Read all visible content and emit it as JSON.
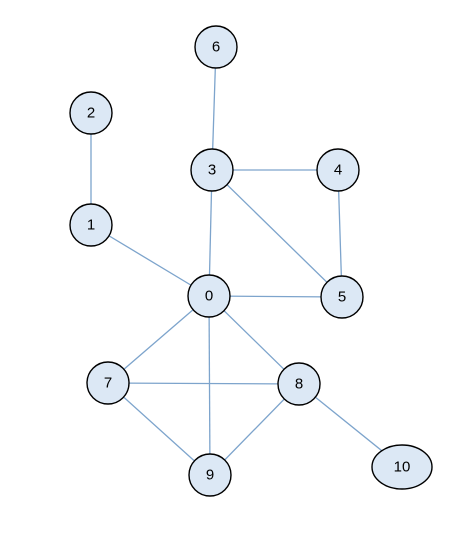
{
  "graph": {
    "colors": {
      "edge": "#7da4cc",
      "node_fill": "#dce8f5",
      "node_stroke": "#000000",
      "label": "#000000"
    },
    "nodes": [
      {
        "id": "0",
        "label": "0"
      },
      {
        "id": "1",
        "label": "1"
      },
      {
        "id": "2",
        "label": "2"
      },
      {
        "id": "3",
        "label": "3"
      },
      {
        "id": "4",
        "label": "4"
      },
      {
        "id": "5",
        "label": "5"
      },
      {
        "id": "6",
        "label": "6"
      },
      {
        "id": "7",
        "label": "7"
      },
      {
        "id": "8",
        "label": "8"
      },
      {
        "id": "9",
        "label": "9"
      },
      {
        "id": "10",
        "label": "10"
      }
    ],
    "edges": [
      {
        "source": "2",
        "target": "1"
      },
      {
        "source": "6",
        "target": "3"
      },
      {
        "source": "3",
        "target": "4"
      },
      {
        "source": "3",
        "target": "5"
      },
      {
        "source": "3",
        "target": "0"
      },
      {
        "source": "4",
        "target": "5"
      },
      {
        "source": "1",
        "target": "0"
      },
      {
        "source": "0",
        "target": "5"
      },
      {
        "source": "0",
        "target": "7"
      },
      {
        "source": "0",
        "target": "8"
      },
      {
        "source": "0",
        "target": "9"
      },
      {
        "source": "7",
        "target": "8"
      },
      {
        "source": "7",
        "target": "9"
      },
      {
        "source": "8",
        "target": "9"
      },
      {
        "source": "8",
        "target": "10"
      }
    ]
  }
}
